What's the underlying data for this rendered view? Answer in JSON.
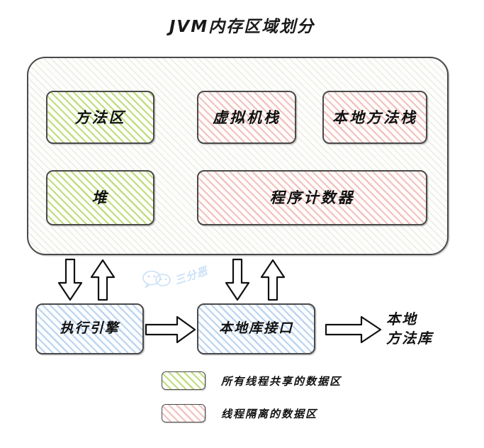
{
  "title": "JVM内存区域划分",
  "container": {
    "name": "jvm-memory-container"
  },
  "regions": [
    {
      "id": "method-area",
      "label": "方法区",
      "fill": "green",
      "fill_hex": "#c2dc82"
    },
    {
      "id": "vm-stack",
      "label": "虚拟机栈",
      "fill": "pink",
      "fill_hex": "#f1c3bd"
    },
    {
      "id": "native-stack",
      "label": "本地方法栈",
      "fill": "pink",
      "fill_hex": "#f1c3bd"
    },
    {
      "id": "heap",
      "label": "堆",
      "fill": "green",
      "fill_hex": "#c2dc82"
    },
    {
      "id": "pc-register",
      "label": "程序计数器",
      "fill": "pink",
      "fill_hex": "#f1c3bd"
    }
  ],
  "components": [
    {
      "id": "execution-engine",
      "label": "执行引擎",
      "fill": "blue",
      "fill_hex": "#bcd4ef"
    },
    {
      "id": "native-interface",
      "label": "本地库接口",
      "fill": "blue",
      "fill_hex": "#bcd4ef"
    }
  ],
  "native_library": {
    "line1": "本地",
    "line2": "方法库"
  },
  "legend": [
    {
      "id": "shared",
      "label": "所有线程共享的数据区",
      "fill": "green",
      "fill_hex": "#c2dc82"
    },
    {
      "id": "isolated",
      "label": "线程隔离的数据区",
      "fill": "pink",
      "fill_hex": "#f1c3bd"
    }
  ],
  "watermark": {
    "text": "三分恶"
  },
  "arrows": [
    {
      "id": "container-to-engine",
      "direction": "down"
    },
    {
      "id": "engine-to-container",
      "direction": "up"
    },
    {
      "id": "container-to-native-interface",
      "direction": "down"
    },
    {
      "id": "native-interface-to-container",
      "direction": "up"
    },
    {
      "id": "engine-to-native-interface",
      "direction": "right"
    },
    {
      "id": "native-interface-to-native-lib",
      "direction": "right"
    }
  ],
  "colors": {
    "stroke": "#4a4a4a",
    "text": "#111111",
    "background": "#ffffff"
  }
}
